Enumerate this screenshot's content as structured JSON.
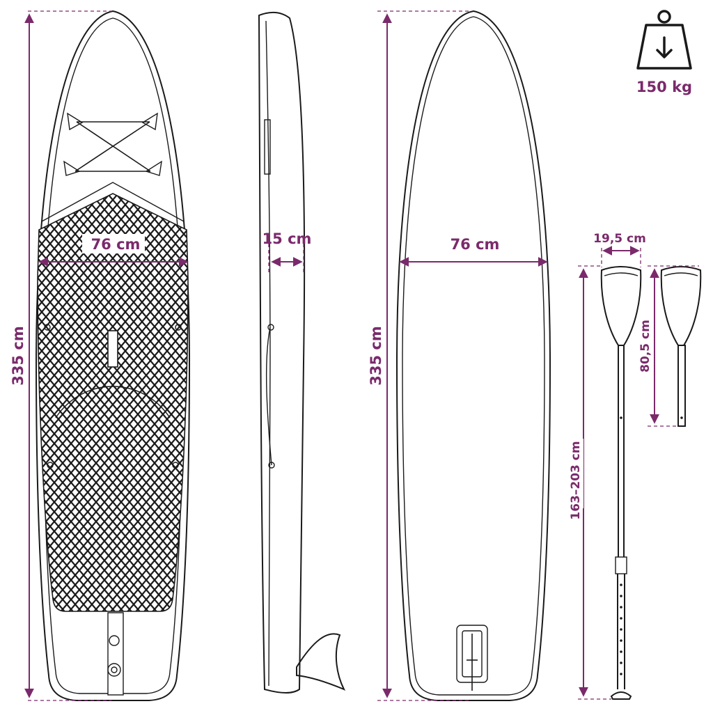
{
  "dimensions": {
    "board_top_width": "76 cm",
    "board_top_length": "335 cm",
    "board_side_thickness": "15 cm",
    "board_bottom_width": "76 cm",
    "board_bottom_length": "335 cm",
    "paddle_blade_width": "19,5 cm",
    "paddle_blade_length": "80,5 cm",
    "paddle_length_range": "163–203 cm"
  },
  "max_load": {
    "icon": "weight-icon",
    "label": "150 kg"
  },
  "colors": {
    "accent": "#7a2a6b",
    "line": "#1a1a1a"
  }
}
